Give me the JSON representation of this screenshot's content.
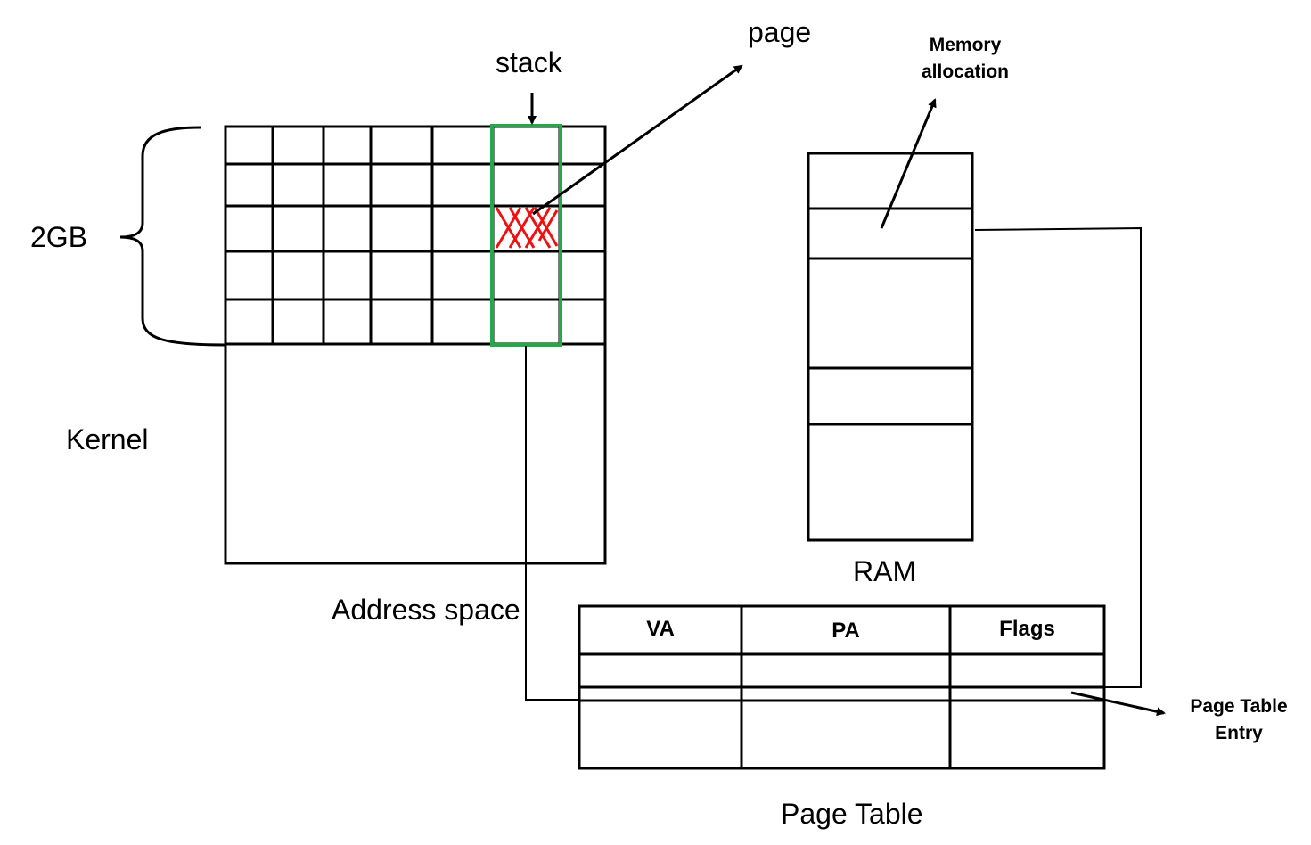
{
  "labels": {
    "brace": "2GB",
    "kernel": "Kernel",
    "stack": "stack",
    "page": "page",
    "address_space": "Address space",
    "memory_allocation_line1": "Memory",
    "memory_allocation_line2": "allocation",
    "ram": "RAM",
    "page_table": "Page Table",
    "pte_line1": "Page Table",
    "pte_line2": "Entry"
  },
  "page_table": {
    "columns": [
      "VA",
      "PA",
      "Flags"
    ]
  },
  "colors": {
    "stack_highlight": "#22aa4a",
    "page_mark": "#ee1111",
    "stroke": "#000000"
  }
}
